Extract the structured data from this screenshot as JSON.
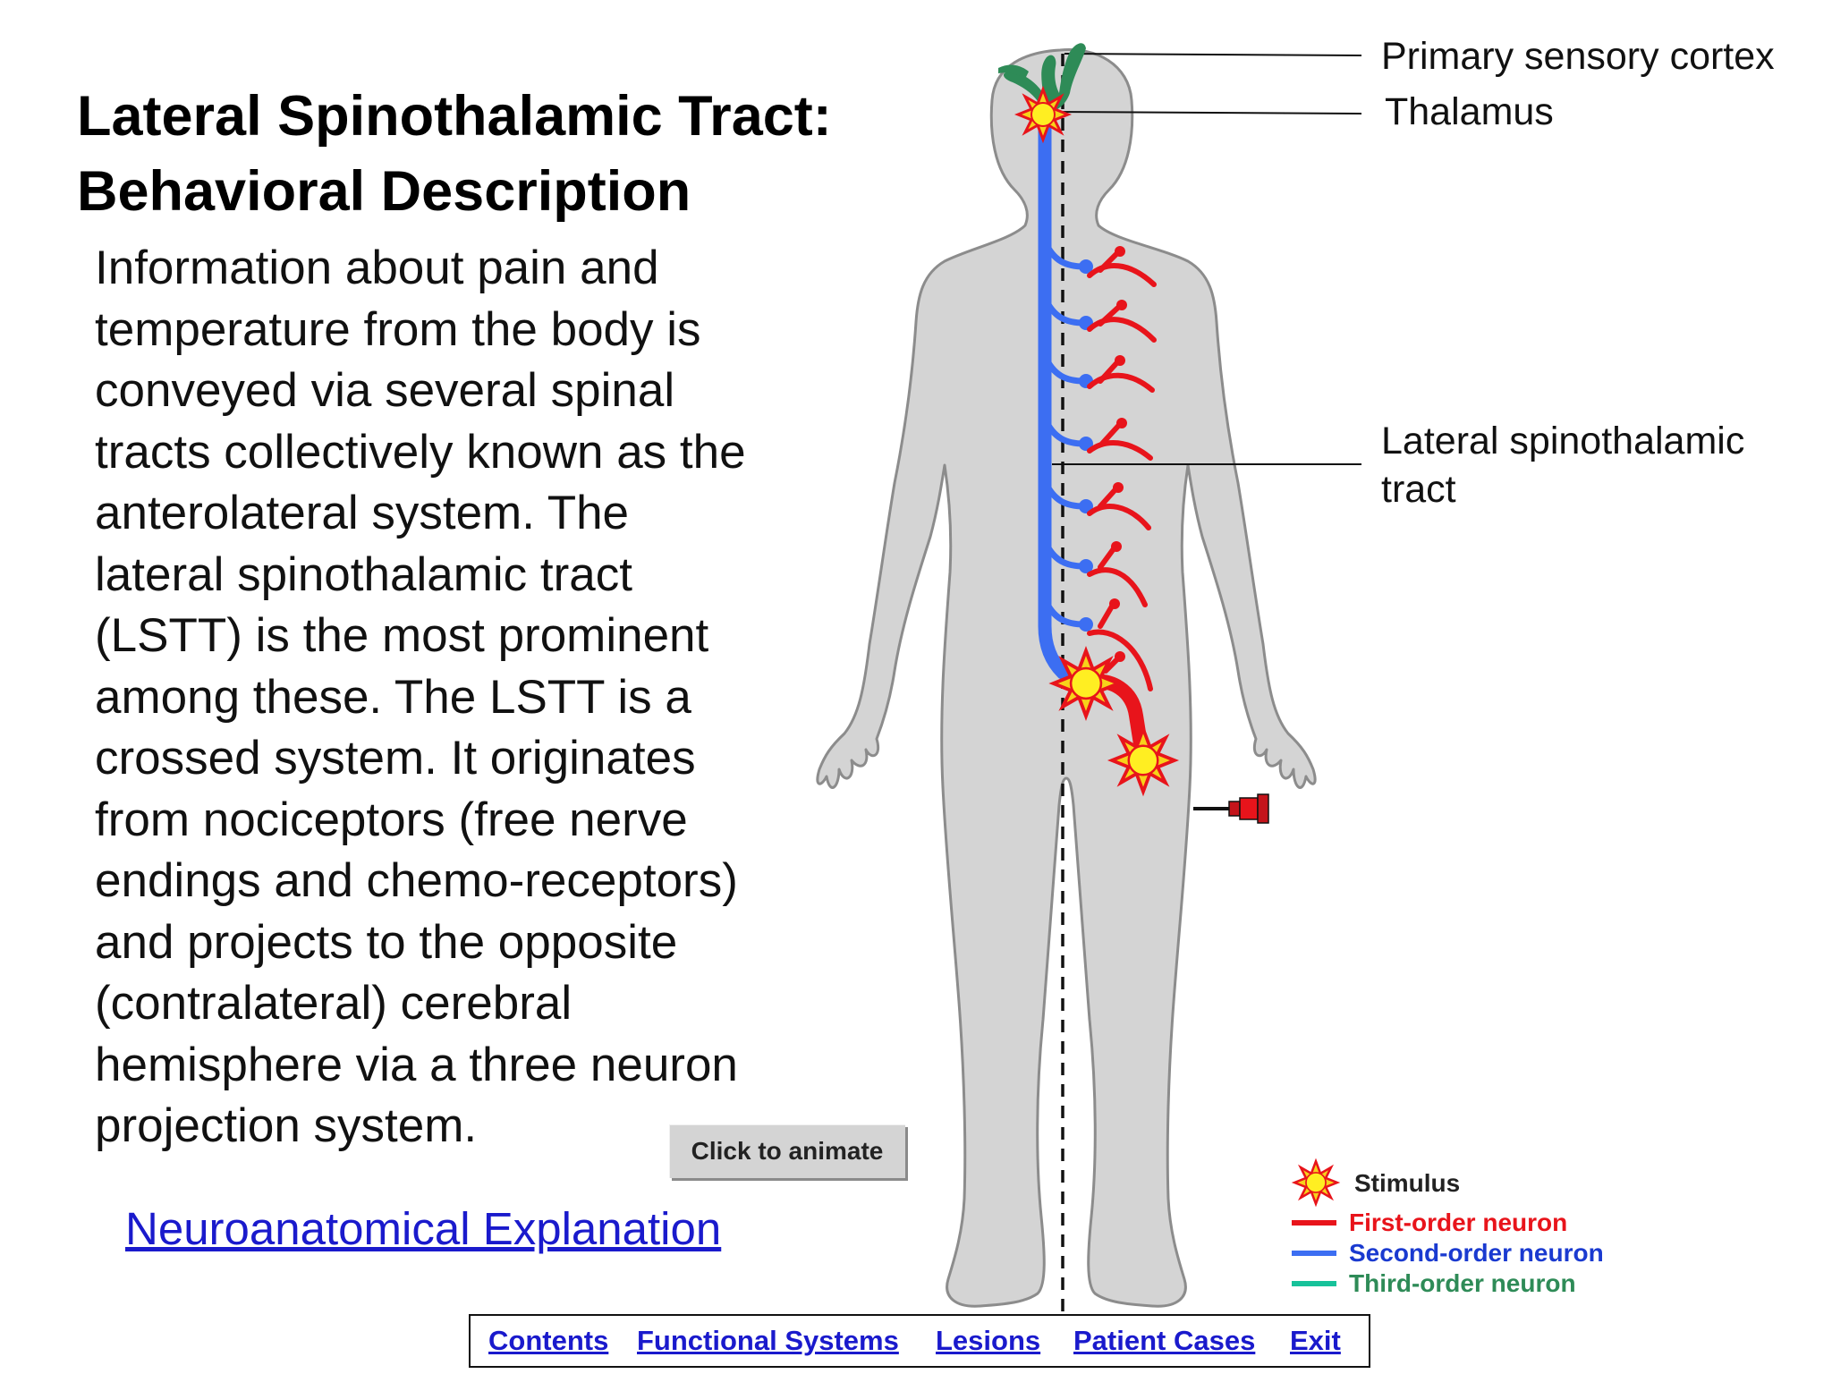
{
  "title": {
    "line1": "Lateral Spinothalamic Tract:",
    "line2": "Behavioral Description"
  },
  "description_lines": [
    "Information about pain and",
    "temperature from the body is",
    "conveyed via several spinal",
    "tracts collectively known as the",
    "anterolateral system. The",
    "lateral spinothalamic tract",
    "(LSTT) is the most prominent",
    "among these. The LSTT is a",
    "crossed system. It originates",
    "from nociceptors (free nerve",
    "endings and chemo-receptors)",
    "and projects to the opposite",
    "(contralateral) cerebral",
    "hemisphere via a three neuron",
    "projection system."
  ],
  "animate_button": "Click to animate",
  "explanation_link": "Neuroanatomical Explanation",
  "labels": {
    "cortex": "Primary sensory cortex",
    "thalamus": "Thalamus",
    "tract_line1": "Lateral spinothalamic",
    "tract_line2": "tract"
  },
  "legend": {
    "stimulus": "Stimulus",
    "first_order": "First-order neuron",
    "second_order": "Second-order neuron",
    "third_order": "Third-order neuron"
  },
  "colors": {
    "first_order": "#e8141b",
    "second_order": "#3c6ef2",
    "third_order": "#2e8b57",
    "third_order_legend": "#17c29a",
    "body": "#d4d4d4",
    "link": "#1a1acc"
  },
  "nav": {
    "contents": "Contents",
    "functional_systems": "Functional Systems",
    "lesions": "Lesions",
    "patient_cases": "Patient Cases",
    "exit": "Exit"
  }
}
